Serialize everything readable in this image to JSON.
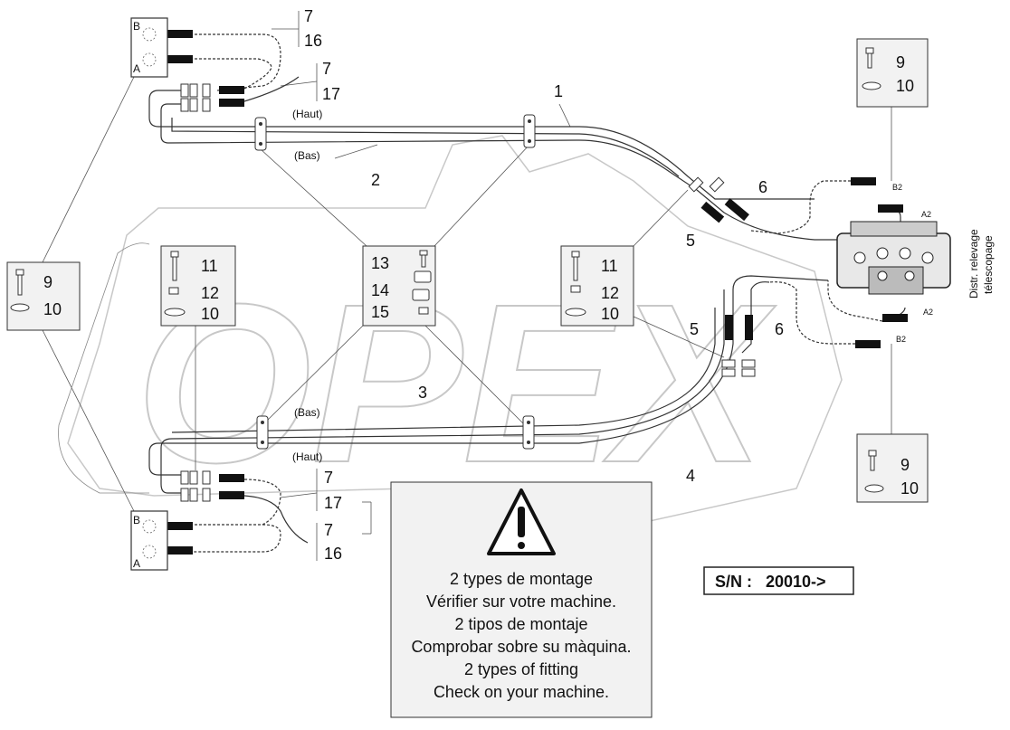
{
  "callouts": {
    "tr_7": "7",
    "tr_16": "16",
    "tr2_7": "7",
    "tr2_17": "17",
    "haut_top": "(Haut)",
    "bas_top": "(Bas)",
    "n1": "1",
    "n2": "2",
    "n3": "3",
    "n4": "4",
    "n5a": "5",
    "n6a": "6",
    "n5b": "5",
    "n6b": "6",
    "box_left_9": "9",
    "box_left_10": "10",
    "box_mid_11": "11",
    "box_mid_12": "12",
    "box_mid_10": "10",
    "box_c_13": "13",
    "box_c_14": "14",
    "box_c_15": "15",
    "box_r_11": "11",
    "box_r_12": "12",
    "box_r_10": "10",
    "box_tr_9": "9",
    "box_tr_10": "10",
    "box_br_9": "9",
    "box_br_10": "10",
    "bas_bot": "(Bas)",
    "haut_bot": "(Haut)",
    "bl_7": "7",
    "bl_17": "17",
    "bl2_7": "7",
    "bl2_16": "16",
    "port_B_top": "B",
    "port_A_top": "A",
    "port_B_bot": "B",
    "port_A_bot": "A",
    "valve_B2_top": "B2",
    "valve_A2_top": "A2",
    "valve_A2_bot": "A2",
    "valve_B2_bot": "B2",
    "valve_label_1": "Distr. relevage",
    "valve_label_2": "télescopage"
  },
  "watermark": "OPEX",
  "warning": {
    "lines": [
      "2 types de montage",
      "Vérifier sur votre machine.",
      "2 tipos de montaje",
      "Comprobar sobre su màquina.",
      "2 types of fitting",
      "Check on your machine."
    ]
  },
  "serial": "S/N :   20010->"
}
